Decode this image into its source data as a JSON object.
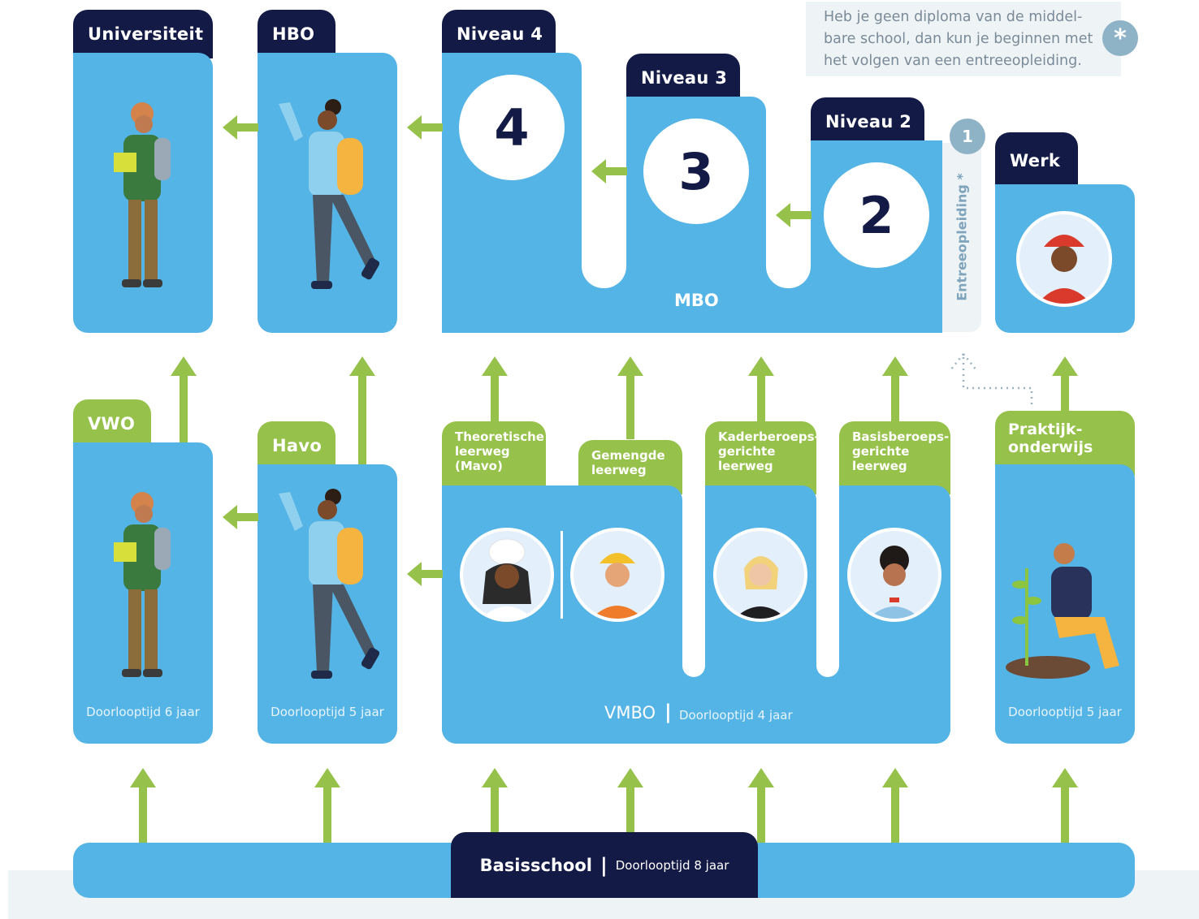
{
  "note": {
    "lines": [
      "Heb je geen diploma van de middel-",
      "bare school, dan kun je beginnen met",
      "het volgen van een entreeopleiding."
    ],
    "star_badge": "*"
  },
  "top": {
    "universiteit": "Universiteit",
    "hbo": "HBO",
    "niveau4_tab": "Niveau 4",
    "niveau3_tab": "Niveau 3",
    "niveau2_tab": "Niveau 2",
    "niveau4_num": "4",
    "niveau3_num": "3",
    "niveau2_num": "2",
    "mbo": "MBO",
    "entree_badge": "1",
    "entree_label": "Entreeopleiding *",
    "werk": "Werk"
  },
  "middle": {
    "vwo": "VWO",
    "vwo_duration": "Doorlooptijd 6 jaar",
    "havo": "Havo",
    "havo_duration": "Doorlooptijd 5 jaar",
    "tl": [
      "Theoretische",
      "leerweg",
      "(Mavo)"
    ],
    "gl": [
      "Gemengde",
      "leerweg"
    ],
    "kb": [
      "Kaderberoeps-",
      "gerichte",
      "leerweg"
    ],
    "bb": [
      "Basisberoeps-",
      "gerichte",
      "leerweg"
    ],
    "vmbo": "VMBO",
    "vmbo_sep": "|",
    "vmbo_duration": "Doorlooptijd 4 jaar",
    "praktijk": [
      "Praktijk-",
      "onderwijs"
    ],
    "praktijk_duration": "Doorlooptijd 5 jaar"
  },
  "bottom": {
    "basisschool": "Basisschool",
    "sep": "|",
    "duration": "Doorlooptijd 8 jaar"
  },
  "colors": {
    "blue": "#55b4e6",
    "navy": "#141a46",
    "green": "#96c14a",
    "note_bg": "#eef3f6",
    "note_text": "#7b8a97",
    "badge": "#8fb3c6"
  }
}
